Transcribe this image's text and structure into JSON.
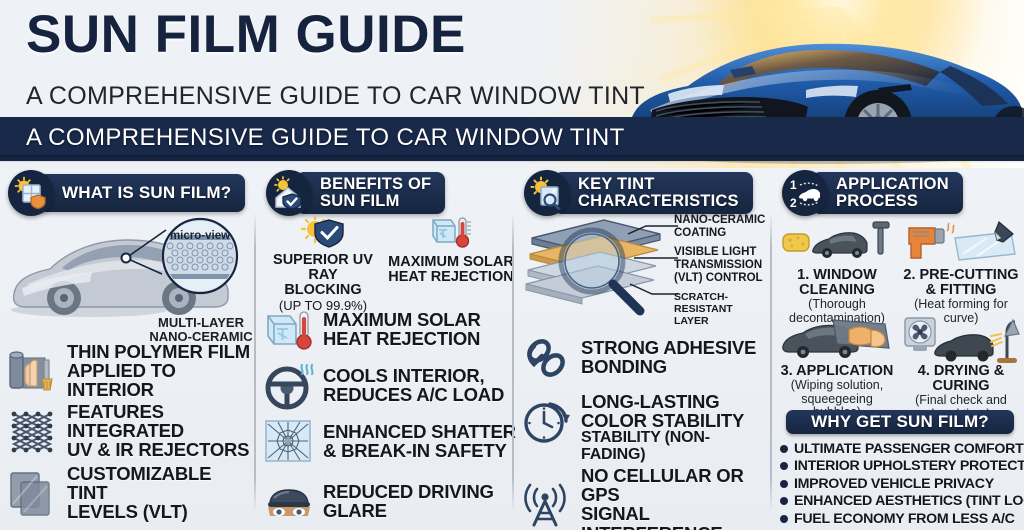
{
  "header": {
    "title": "SUN FILM GUIDE",
    "subtitle": "A COMPREHENSIVE GUIDE TO CAR WINDOW TINT",
    "band_text": "A COMPREHENSIVE GUIDE TO CAR WINDOW TINT"
  },
  "columns": [
    {
      "id": "what-is-sun-film",
      "heading": "WHAT IS SUN FILM?",
      "badge_icon": "sun-window-shield-icon",
      "illustration": {
        "car_label": "car-illustration",
        "callout_label": "micro-view",
        "caption": "MULTI-LAYER\nNANO-CERAMIC"
      },
      "features": [
        {
          "icon": "film-roll-hand-icon",
          "text": "THIN POLYMER FILM\nAPPLIED TO INTERIOR"
        },
        {
          "icon": "molecular-lattice-icon",
          "text": "FEATURES INTEGRATED\nUV & IR REJECTORS"
        },
        {
          "icon": "tint-swatches-icon",
          "text": "CUSTOMIZABLE TINT\nLEVELS (VLT)"
        }
      ]
    },
    {
      "id": "benefits-of-sun-film",
      "heading": "BENEFITS OF\nSUN FILM",
      "badge_icon": "sun-house-shield-icon",
      "top_pair": [
        {
          "icon": "sun-shield-check-icon",
          "label": "SUPERIOR UV RAY\nBLOCKING",
          "sub": "(UP TO 99.9%)"
        },
        {
          "icon": "ice-thermometer-icon",
          "label": "MAXIMUM SOLAR\nHEAT REJECTION",
          "sub": ""
        }
      ],
      "features": [
        {
          "icon": "ice-thermometer-icon",
          "text": "MAXIMUM SOLAR\nHEAT REJECTION"
        },
        {
          "icon": "steering-wheel-heat-icon",
          "text": "COOLS INTERIOR,\nREDUCES A/C LOAD"
        },
        {
          "icon": "shattered-glass-icon",
          "text": "ENHANCED SHATTER\n& BREAK-IN SAFETY"
        },
        {
          "icon": "sunglasses-eyes-icon",
          "text": "REDUCED DRIVING\nGLARE"
        }
      ]
    },
    {
      "id": "key-tint-characteristics",
      "heading": "KEY TINT\nCHARACTERISTICS",
      "badge_icon": "sun-window-magnifier-icon",
      "diagram": {
        "icon": "layered-film-magnifier-icon",
        "labels": [
          "NANO-CERAMIC\nCOATING",
          "VISIBLE LIGHT\nTRANSMISSION\n(VLT) CONTROL",
          "SCRATCH-RESISTANT\nLAYER"
        ]
      },
      "features": [
        {
          "icon": "chain-link-icon",
          "text": "STRONG ADHESIVE\nBONDING"
        },
        {
          "icon": "clock-arrow-icon",
          "text": "LONG-LASTING\nCOLOR STABILITY",
          "sub": "STABILITY (NON-FADING)"
        },
        {
          "icon": "signal-tower-icon",
          "text": "NO CELLULAR OR GPS\nSIGNAL INTERFERENCE"
        }
      ]
    },
    {
      "id": "application-process",
      "heading": "APPLICATION\nPROCESS",
      "badge_icon": "numbered-car-steps-icon",
      "steps": [
        {
          "icon": "sponge-car-squeegee-icon",
          "title": "1. WINDOW CLEANING",
          "desc": "(Thorough\ndecontamination)"
        },
        {
          "icon": "heat-gun-cutting-icon",
          "title": "2. PRE-CUTTING\n& FITTING",
          "desc": "(Heat forming for curve)"
        },
        {
          "icon": "film-application-hand-icon",
          "title": "3. APPLICATION",
          "desc": "(Wiping solution,\nsqueegeeing bubbles)"
        },
        {
          "icon": "fan-lamp-curing-icon",
          "title": "4. DRYING & CURING",
          "desc": "(Final check and\nbond time)"
        }
      ],
      "why": {
        "heading": "WHY GET SUN FILM?",
        "items": [
          "ULTIMATE PASSENGER COMFORT",
          "INTERIOR UPHOLSTERY PROTECTION",
          "IMPROVED VEHICLE PRIVACY",
          "ENHANCED AESTHETICS (TINT LOOK)",
          "FUEL ECONOMY FROM LESS A/C"
        ]
      }
    }
  ],
  "colors": {
    "navy": "#16253f",
    "navy_light": "#23375c",
    "page_bg": "#eef1f5",
    "text": "#14181e",
    "car_blue": "#1f4f96",
    "sun_yellow": "#f5c23a",
    "orange": "#e8873a"
  }
}
